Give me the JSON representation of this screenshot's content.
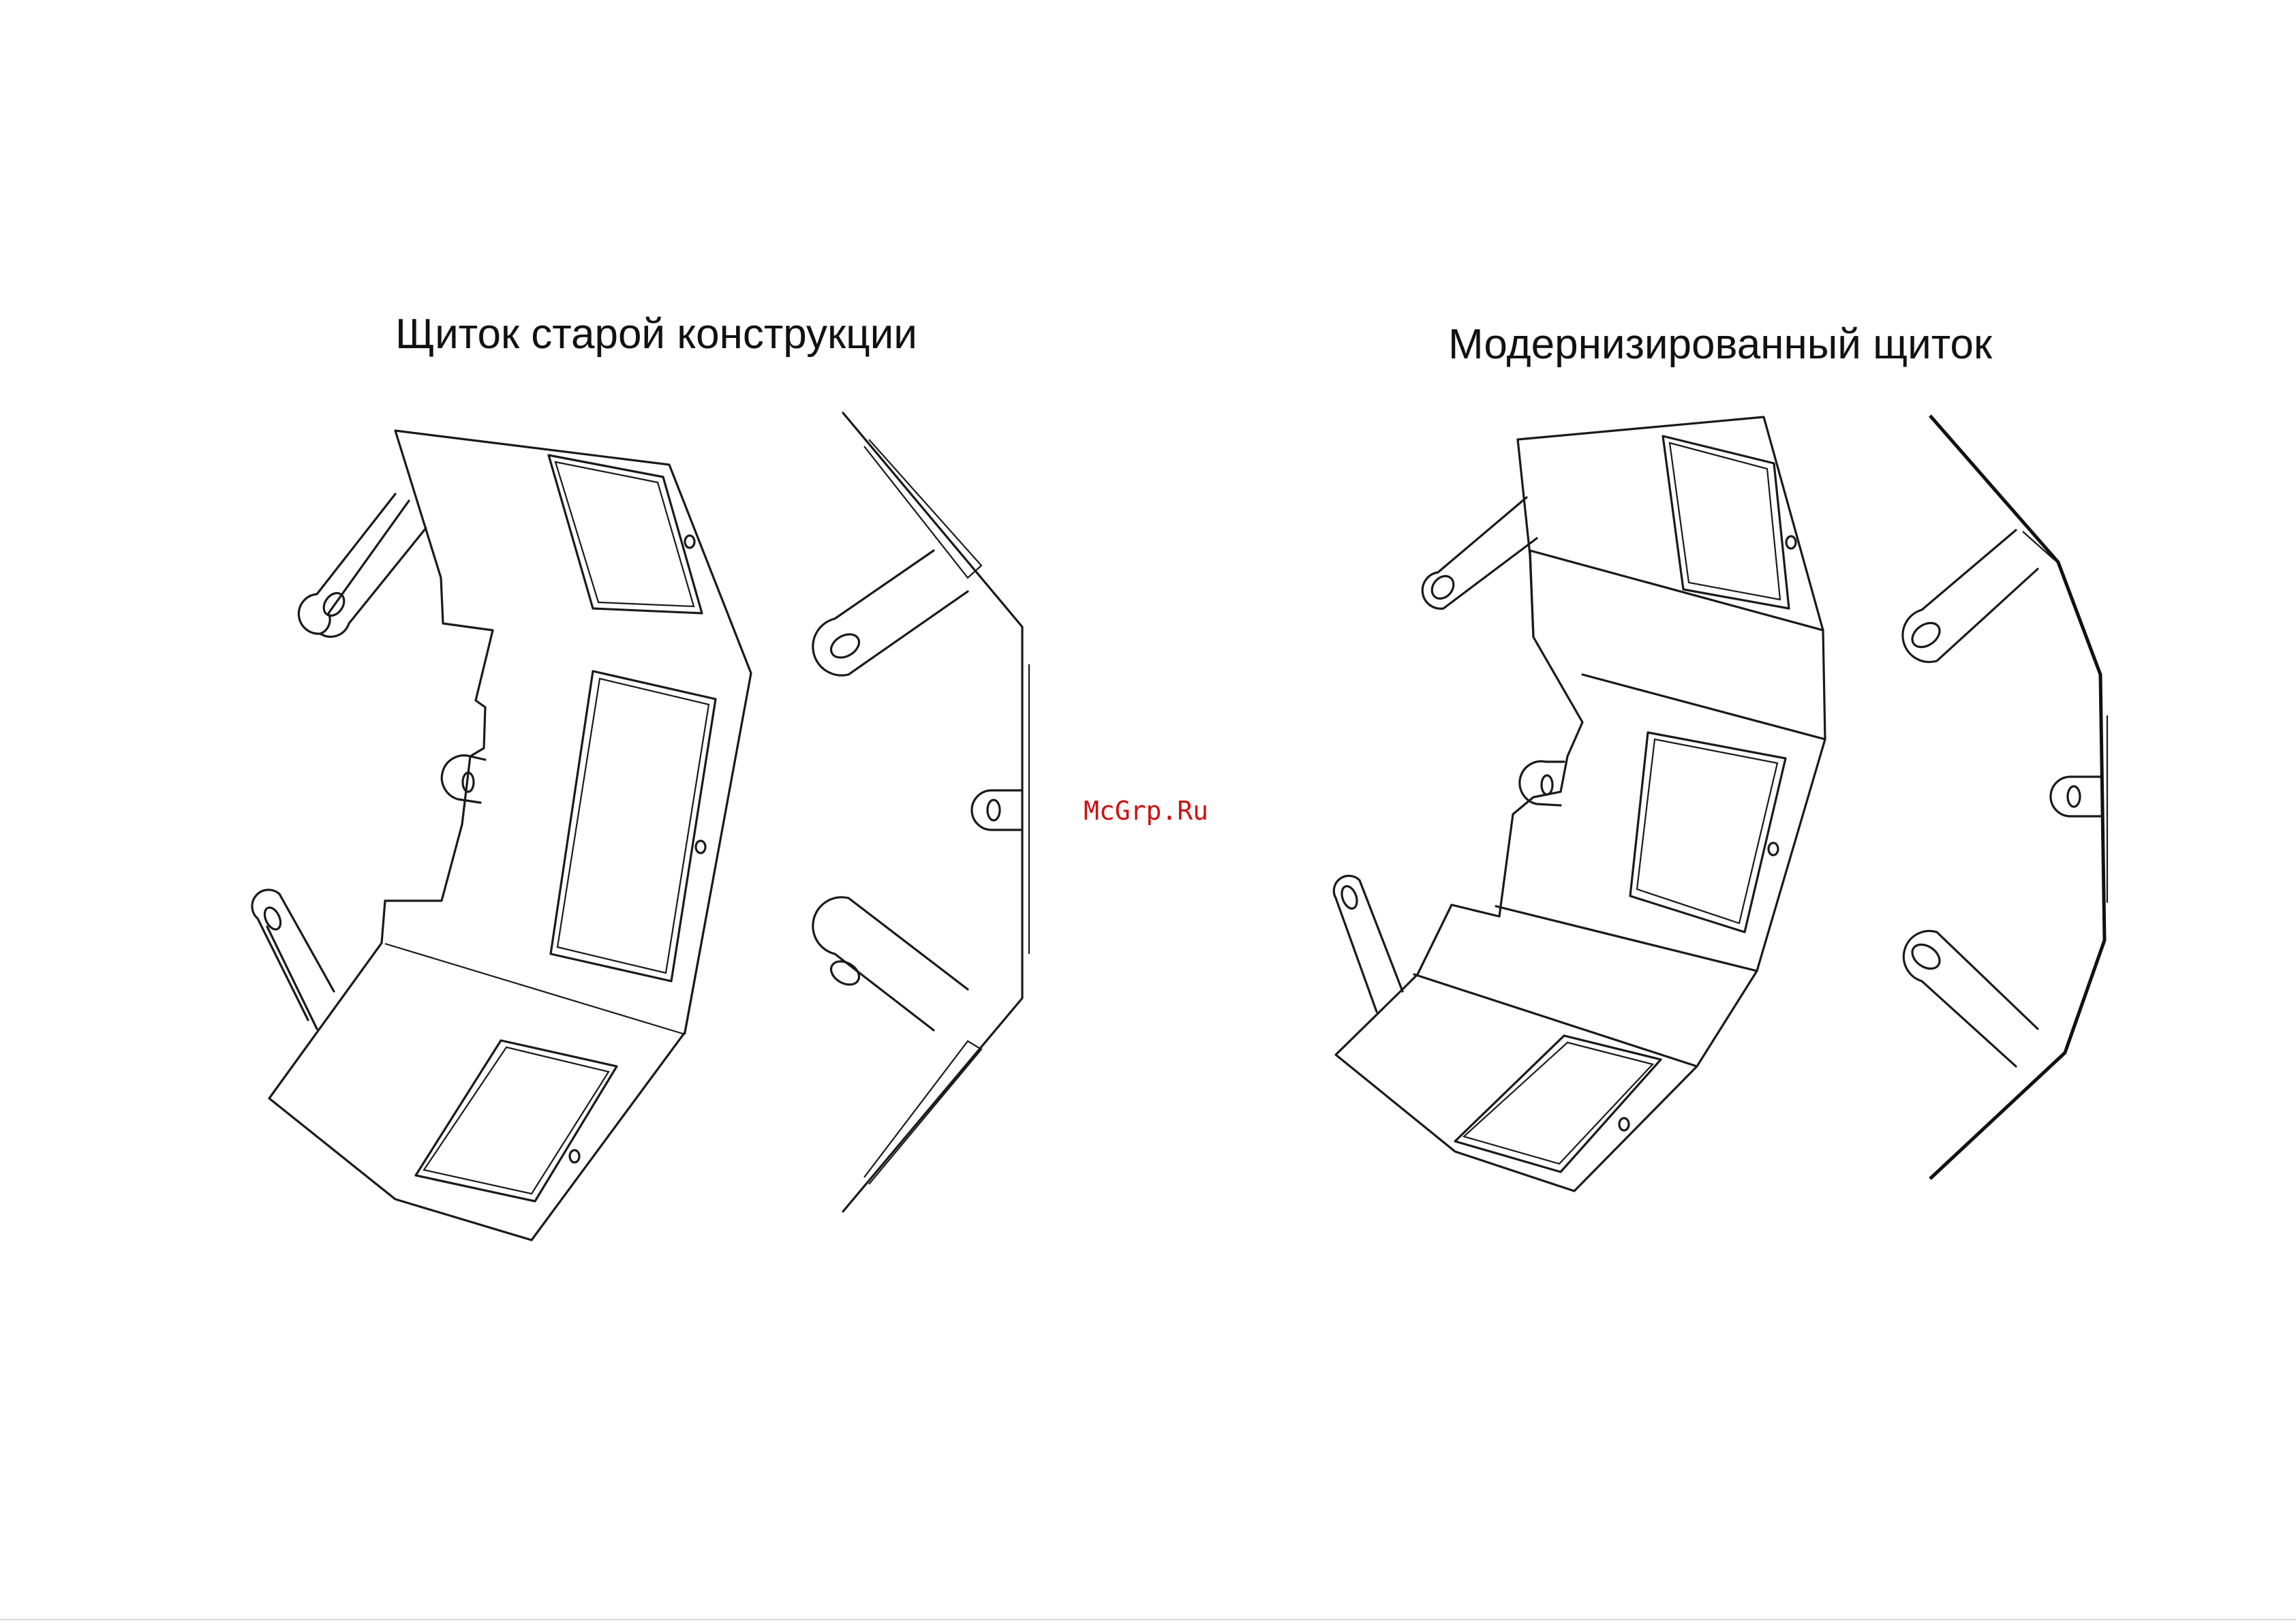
{
  "captions": {
    "old": "Щиток старой конструкции",
    "new": "Модернизированный щиток"
  },
  "watermark": "McGrp.Ru",
  "colors": {
    "line": "#1a1a1a",
    "watermark": "#cc1111",
    "background": "#ffffff"
  }
}
